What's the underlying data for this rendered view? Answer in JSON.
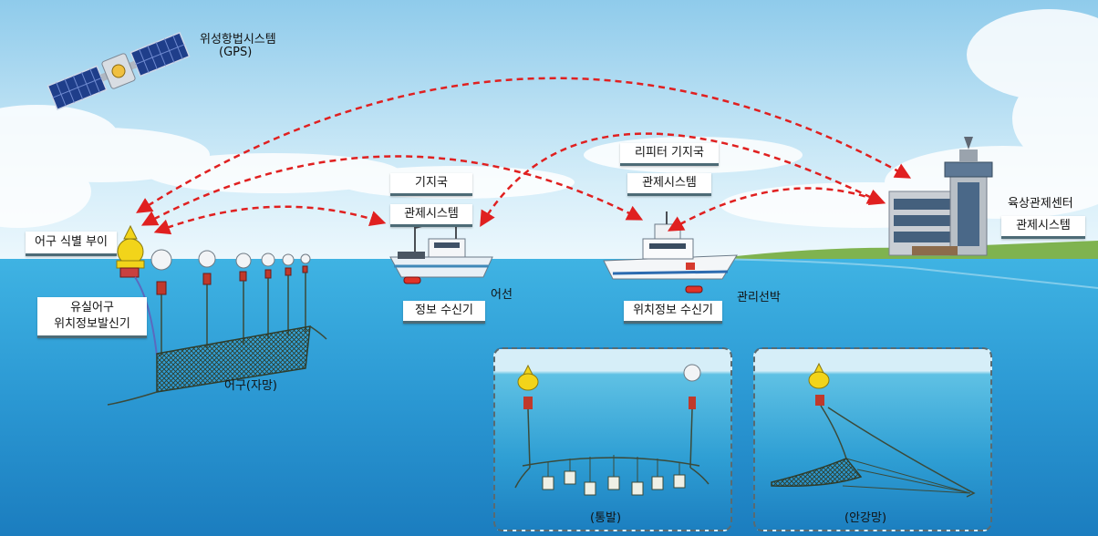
{
  "labels": {
    "satellite": "위성항법시스템",
    "satellite_sub": "(GPS)",
    "buoy": "어구 식별 부이",
    "lost_gear_device_line1": "유실어구",
    "lost_gear_device_line2": "위치정보발신기",
    "gear_gillnet": "어구(자망)",
    "base_station": "기지국",
    "base_control": "관제시스템",
    "fishing_boat": "어선",
    "info_receiver": "정보 수신기",
    "repeater_station": "리피터 기지국",
    "repeater_control": "관제시스템",
    "management_vessel": "관리선박",
    "position_receiver": "위치정보 수신기",
    "land_center": "육상관제센터",
    "land_control": "관제시스템",
    "inset_pot": "(통발)",
    "inset_anchor_net": "(안강망)"
  },
  "colors": {
    "arrow": "#e02020",
    "sky_top": "#a9d8f0",
    "sea_surface": "#34a9dc",
    "sea_deep": "#1d7cc0",
    "buoy": "#f2d41a",
    "weight": "#c0392b",
    "net": "#3b4a3a"
  }
}
